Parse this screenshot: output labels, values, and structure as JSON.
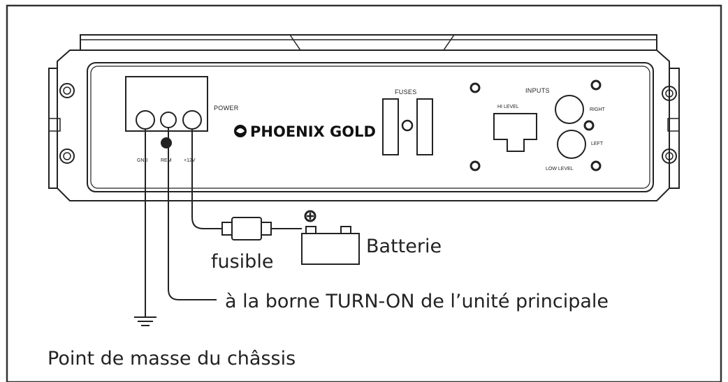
{
  "panel": {
    "power_label": "POWER",
    "fuses_label": "FUSES",
    "inputs_label": "INPUTS",
    "hi_level_label": "HI LEVEL",
    "low_level_label": "LOW LEVEL",
    "right_label": "RIGHT",
    "left_label": "LEFT",
    "terminal_labels": [
      "GND",
      "REM",
      "+12V"
    ],
    "brand_name": "PHOENIX GOLD"
  },
  "wiring": {
    "fuse_label": "fusible",
    "battery_label": "Batterie",
    "battery_plus_symbol": "⊕",
    "turn_on_label": "à la borne TURN-ON de l’unité principale",
    "ground_label": "Point de masse du châssis"
  }
}
